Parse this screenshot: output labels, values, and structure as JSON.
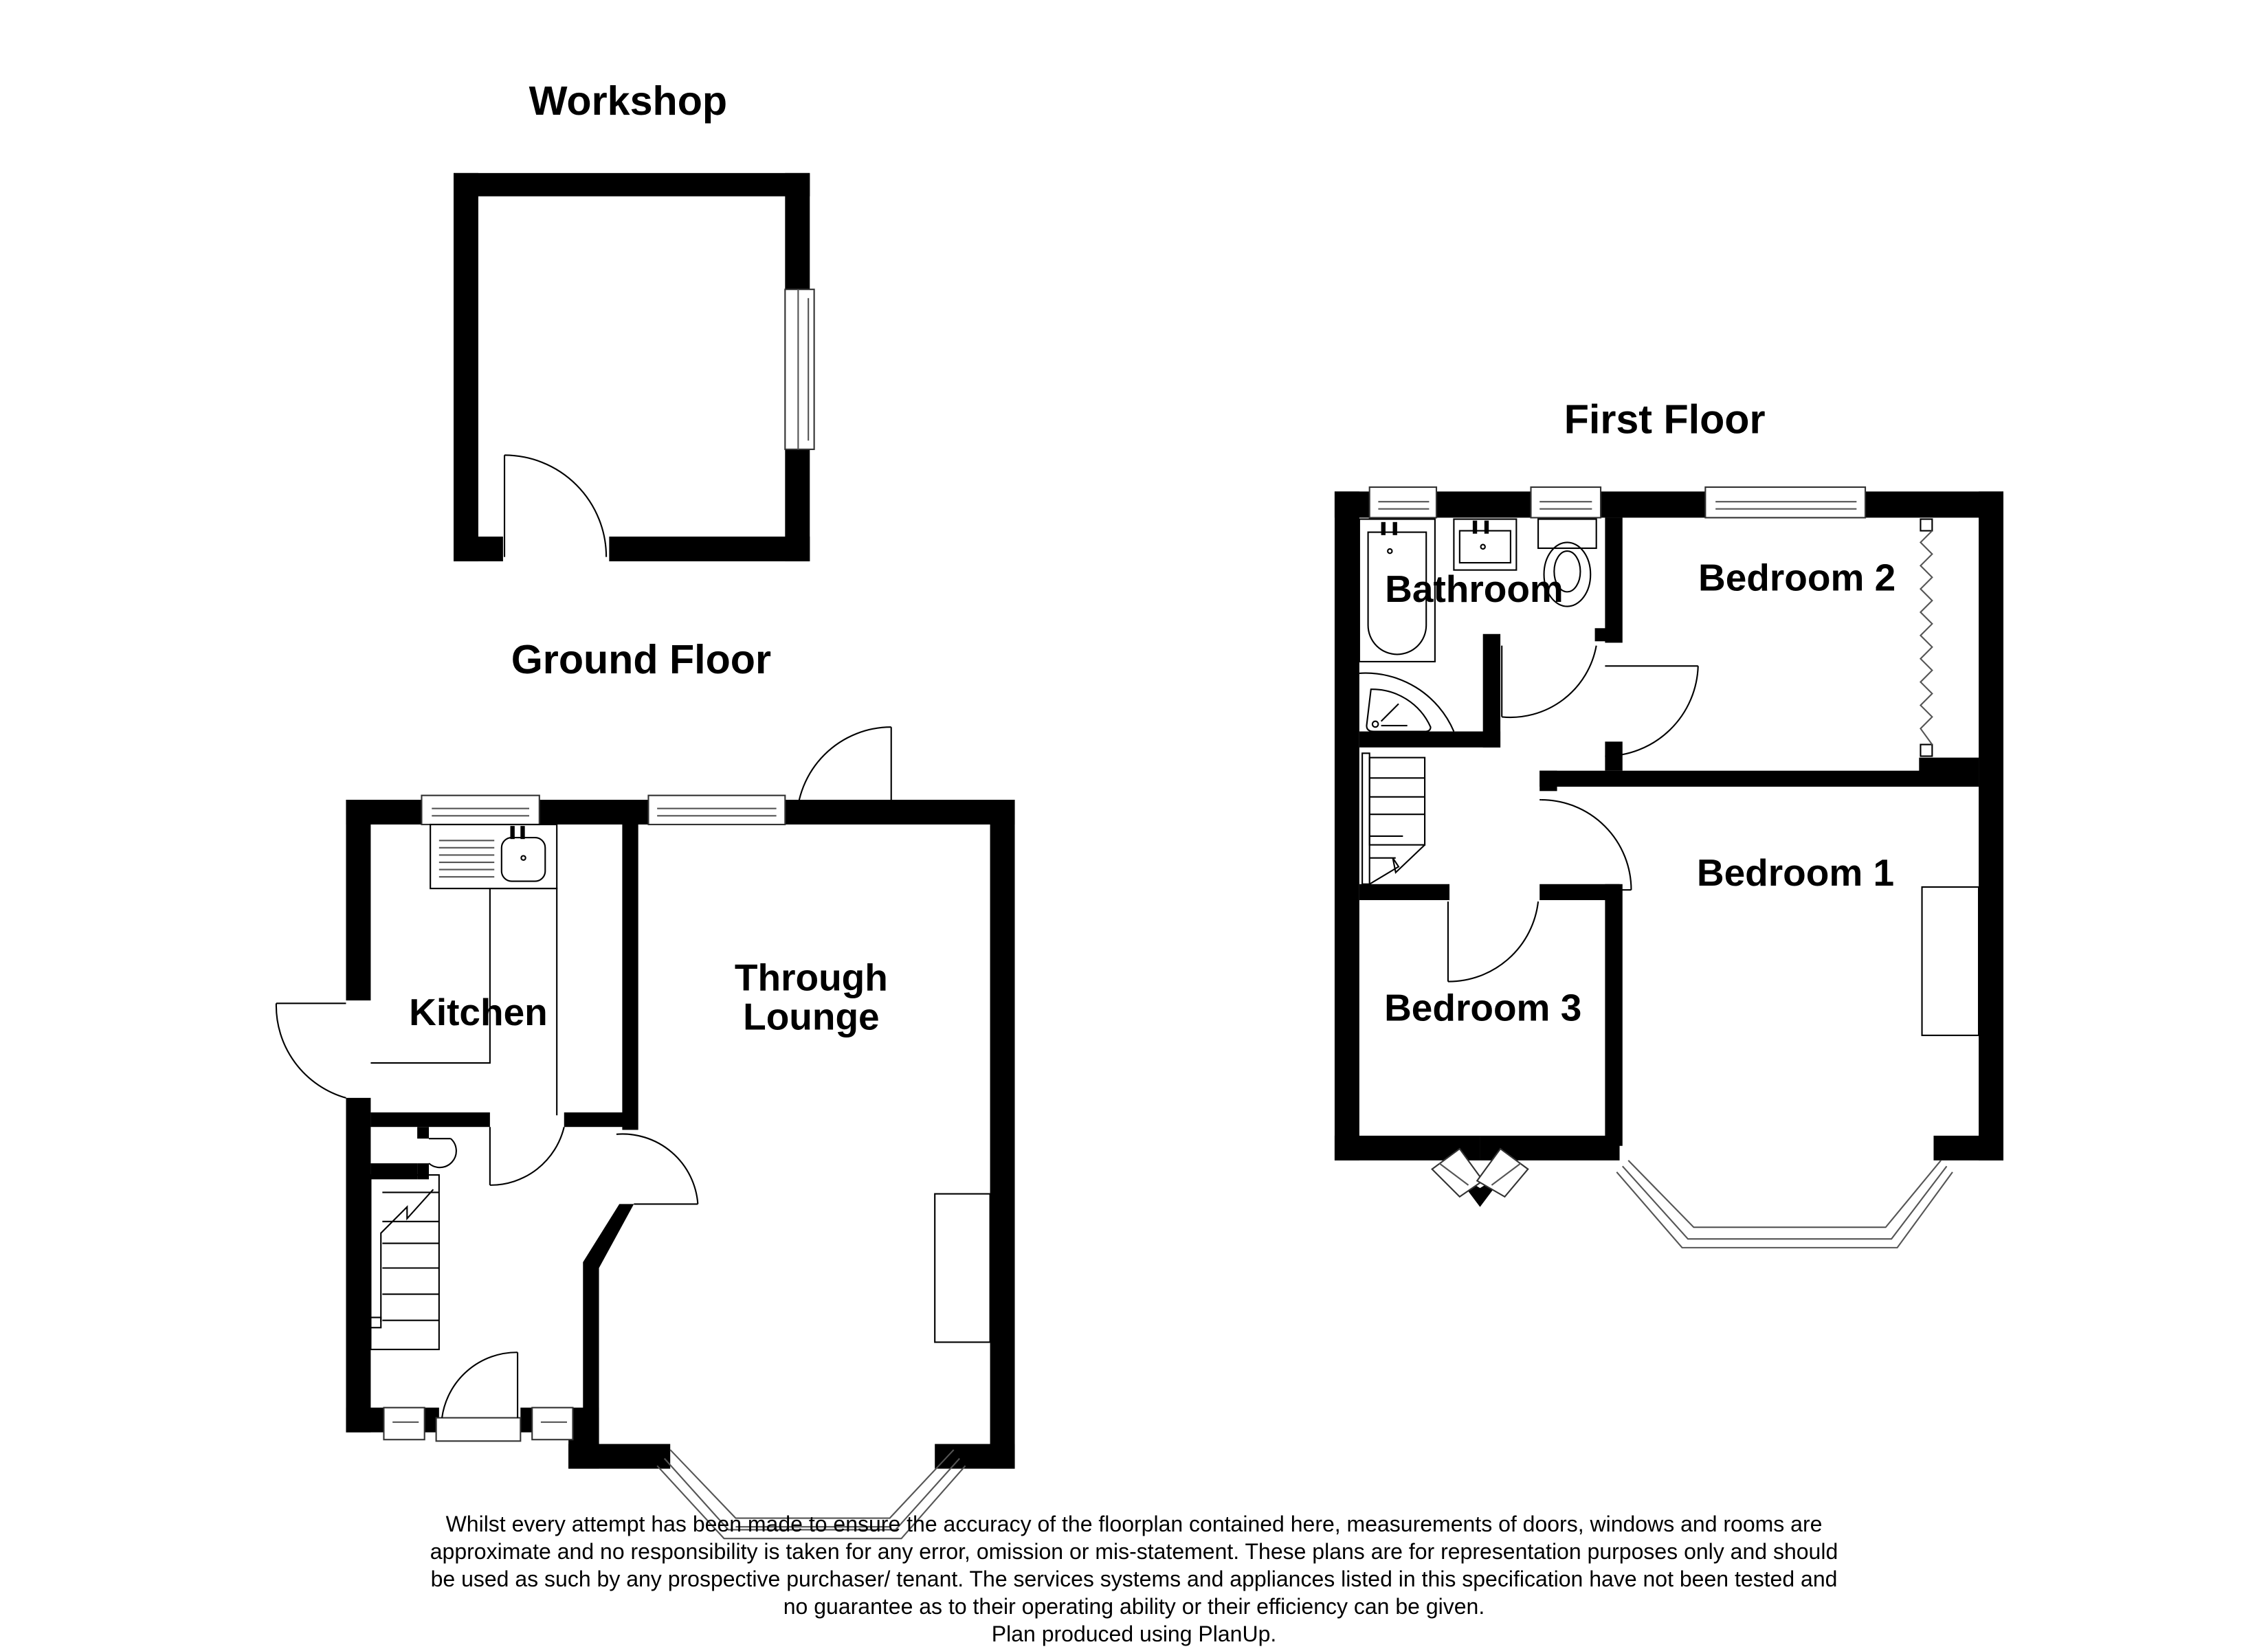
{
  "titles": {
    "workshop": "Workshop",
    "ground_floor": "Ground Floor",
    "first_floor": "First Floor"
  },
  "rooms": {
    "kitchen": "Kitchen",
    "through_lounge_line1": "Through",
    "through_lounge_line2": "Lounge",
    "bathroom": "Bathroom",
    "bedroom_1": "Bedroom 1",
    "bedroom_2": "Bedroom 2",
    "bedroom_3": "Bedroom 3"
  },
  "disclaimer": {
    "lines": [
      "Whilst every attempt has been made to ensure the accuracy of the floorplan contained here, measurements of doors, windows and rooms are",
      "approximate and no responsibility is taken for any error, omission or mis-statement. These plans are for representation purposes only and should",
      "be used as such by any prospective purchaser/ tenant. The services systems and appliances listed in this specification have not been tested and",
      "no guarantee as to their operating ability or their efficiency can be given."
    ],
    "credit": "Plan produced using PlanUp."
  },
  "colors": {
    "wall": "#000000",
    "background": "#ffffff"
  }
}
